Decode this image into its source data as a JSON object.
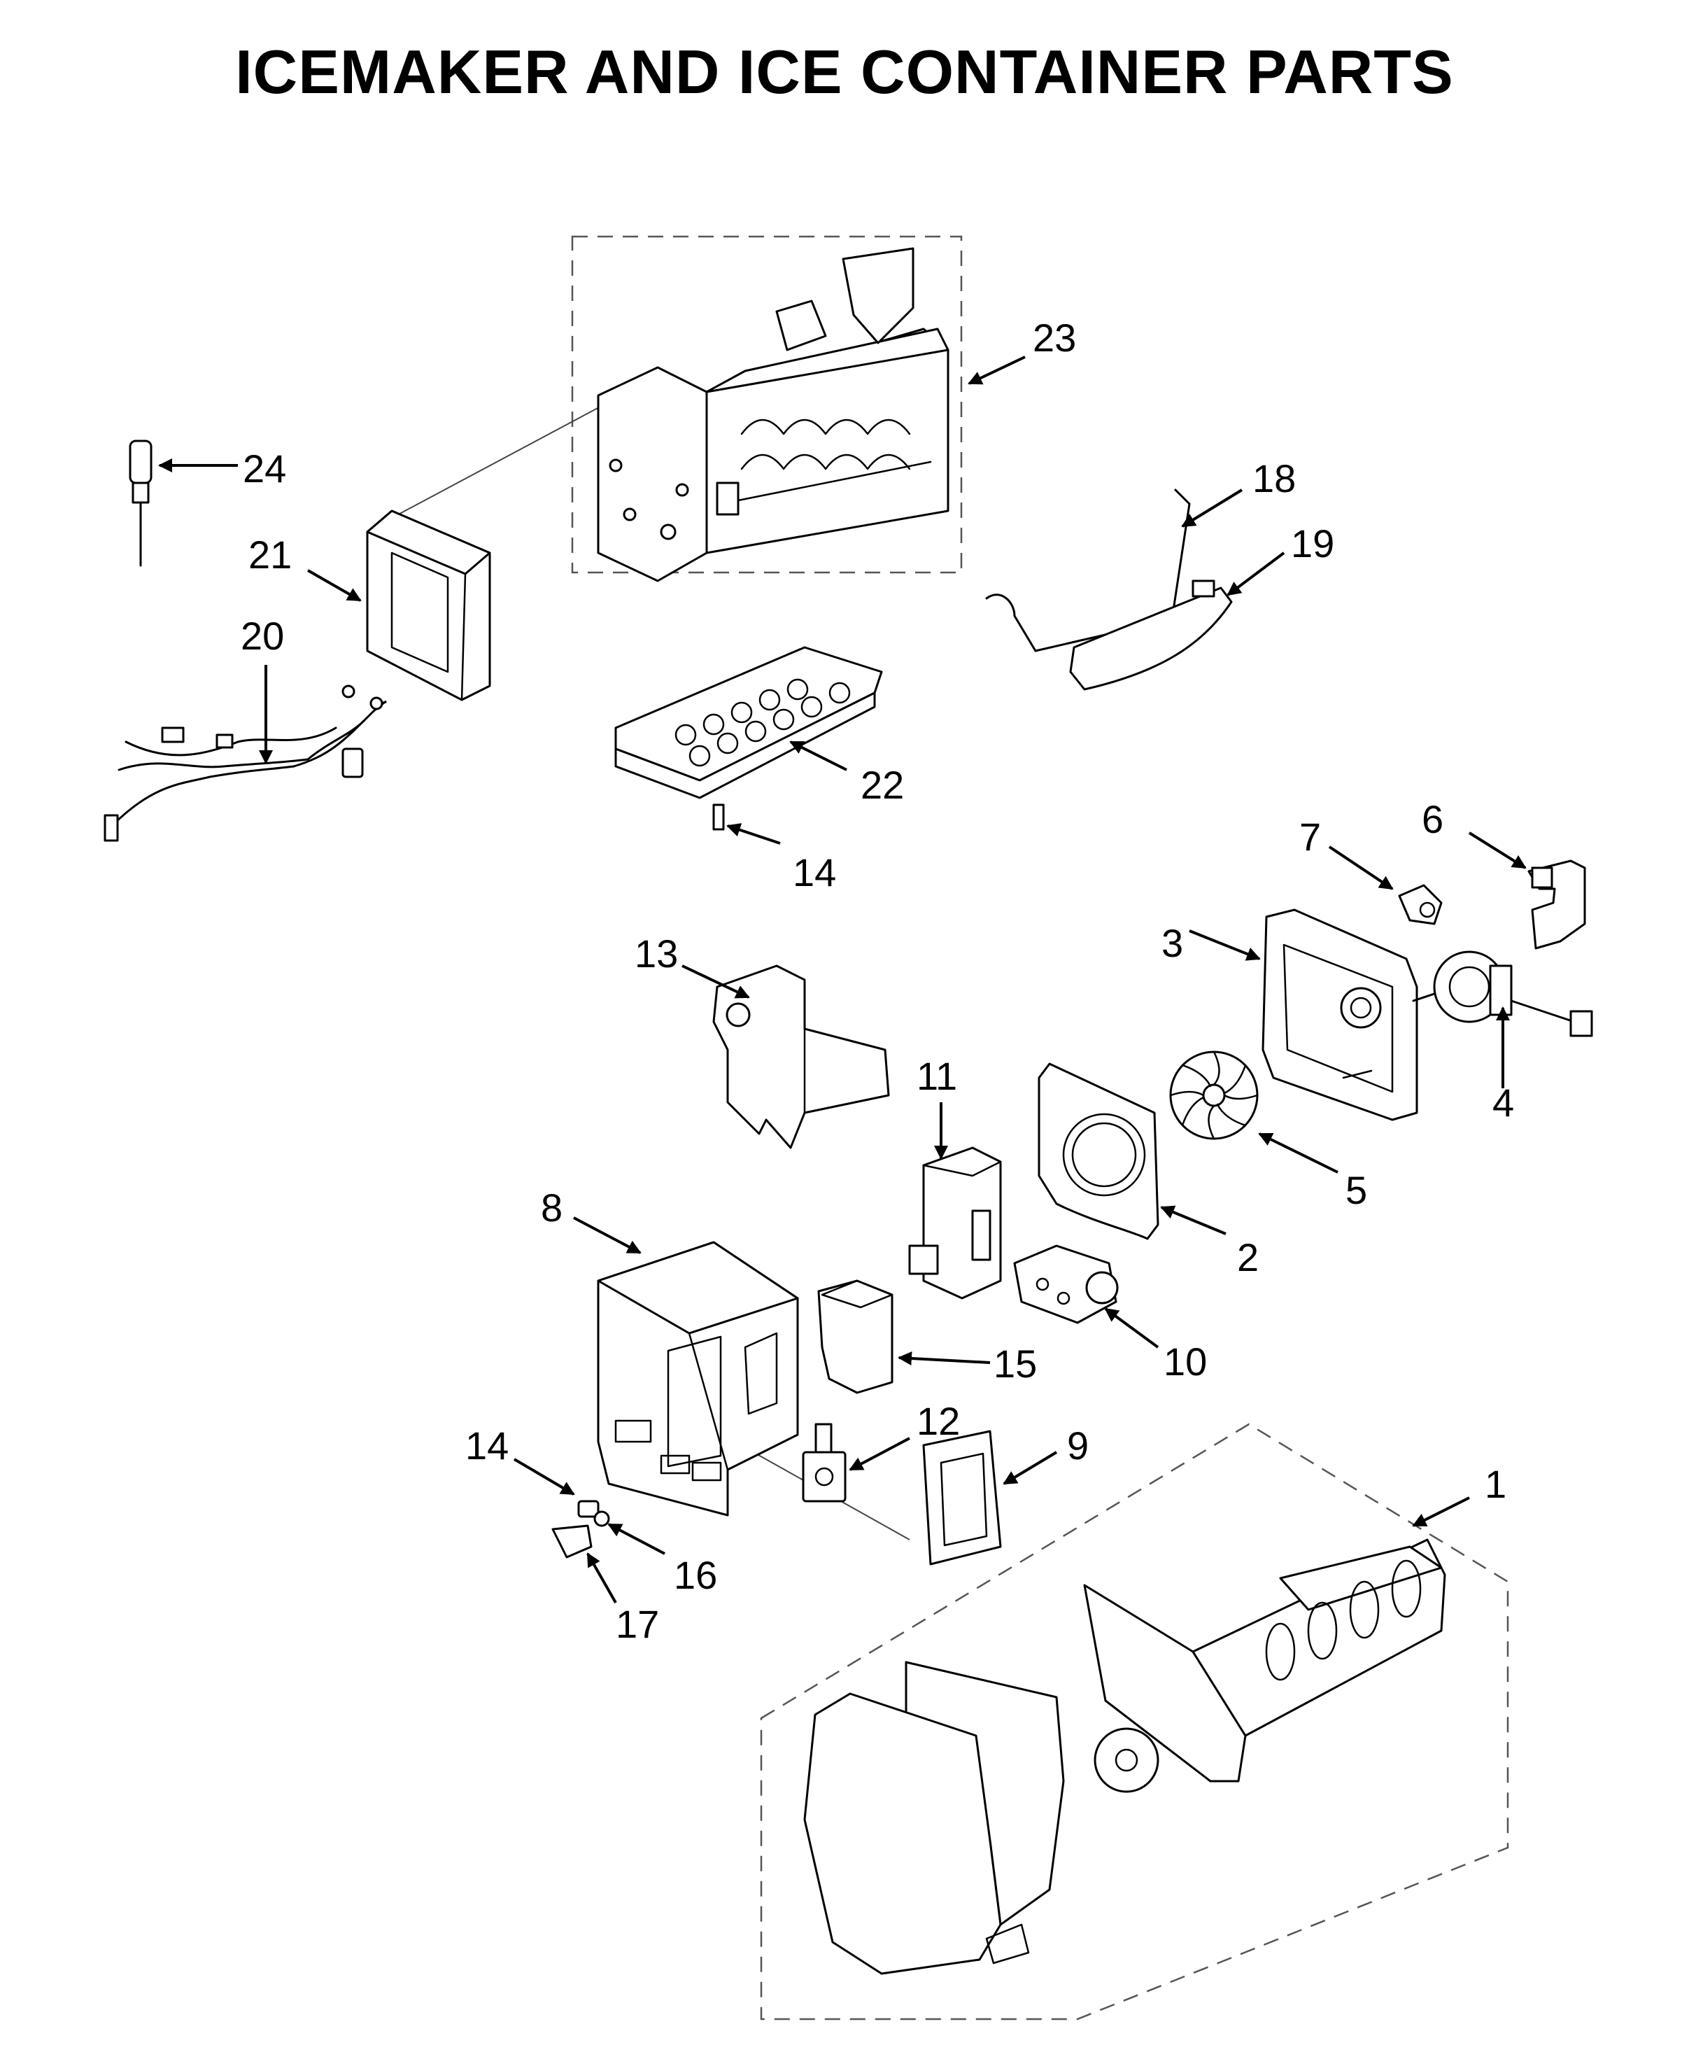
{
  "title": "ICEMAKER AND ICE CONTAINER PARTS",
  "callouts": {
    "p1": "1",
    "p2": "2",
    "p3": "3",
    "p4": "4",
    "p5": "5",
    "p6": "6",
    "p7": "7",
    "p8": "8",
    "p9": "9",
    "p10": "10",
    "p11": "11",
    "p12": "12",
    "p13": "13",
    "p14a": "14",
    "p14b": "14",
    "p15": "15",
    "p16": "16",
    "p17": "17",
    "p18": "18",
    "p19": "19",
    "p20": "20",
    "p21": "21",
    "p22": "22",
    "p23": "23",
    "p24": "24"
  }
}
